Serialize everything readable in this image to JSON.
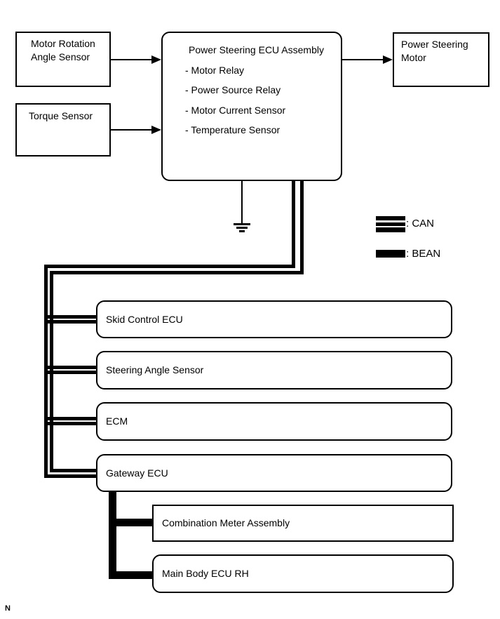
{
  "page": {
    "background": "#ffffff",
    "line_color": "#000000"
  },
  "boxes": {
    "motor_rotation_angle_sensor": {
      "line1": "Motor Rotation",
      "line2": "Angle Sensor"
    },
    "torque_sensor": {
      "label": "Torque Sensor"
    },
    "power_steering_ecu": {
      "title": "Power Steering ECU Assembly",
      "items": [
        "- Motor Relay",
        "- Power Source Relay",
        "- Motor Current Sensor",
        "- Temperature Sensor"
      ]
    },
    "power_steering_motor": {
      "line1": "Power Steering",
      "line2": "Motor"
    },
    "skid_control_ecu": {
      "label": "Skid Control ECU"
    },
    "steering_angle_sensor": {
      "label": "Steering Angle Sensor"
    },
    "ecm": {
      "label": "ECM"
    },
    "gateway_ecu": {
      "label": "Gateway ECU"
    },
    "combination_meter_assembly": {
      "label": "Combination Meter Assembly"
    },
    "main_body_ecu_rh": {
      "label": "Main Body ECU RH"
    }
  },
  "legend": {
    "can_label": ": CAN",
    "bean_label": ": BEAN"
  },
  "footer": {
    "note": "N"
  }
}
